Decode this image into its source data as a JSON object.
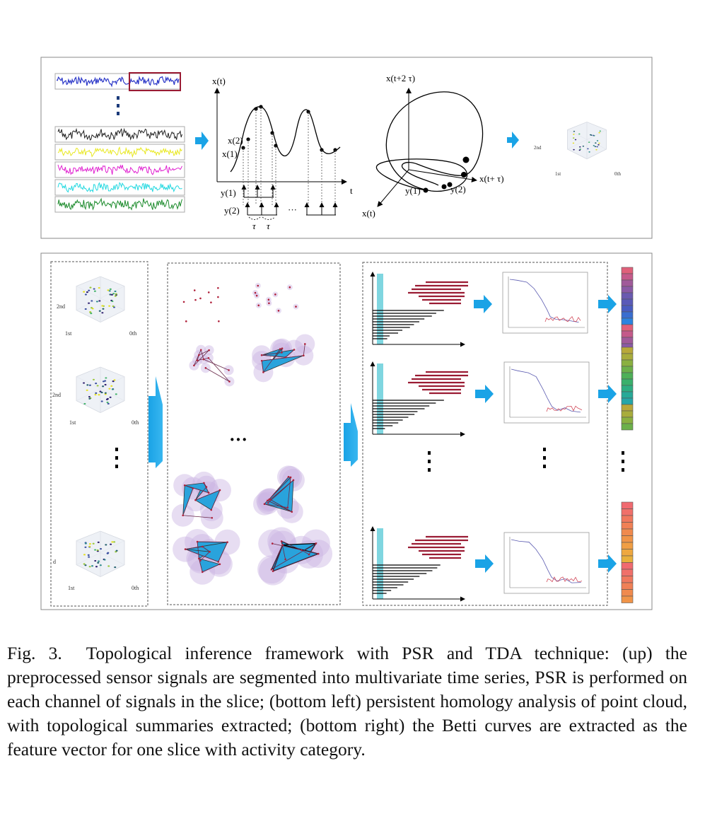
{
  "colors": {
    "signal_blue": "#2b37c8",
    "box_red": "#9a1b33",
    "arrow": "#1aa3e6",
    "bar_red": "#9a1b33",
    "cyan_band": "#7fd6e0",
    "simplex": "#29a3dc",
    "halo": "#c9b3e3"
  },
  "top_panel": {
    "wave_labels": {
      "ylabel": "x(t)",
      "xlabel": "t",
      "x1": "x(1)",
      "x2": "x(2)",
      "y1": "y(1)",
      "y2": "y(2)",
      "tau1": "τ",
      "tau2": "τ",
      "ellipsis": "···"
    },
    "attractor_labels": {
      "zlabel": "x(t+2 τ)",
      "ylabel": "x(t+ τ)",
      "xlabel": "x(t)",
      "y1": "y(1)",
      "y2": "y(2)"
    },
    "small_cloud": {
      "axis_2nd": "2nd",
      "axis_1st": "1st",
      "axis_0th": "0th"
    }
  },
  "bottom_panel": {
    "clouds": [
      {
        "axis_2nd": "2nd",
        "axis_1st": "1st",
        "axis_0th": "0th"
      },
      {
        "axis_2nd": "2nd",
        "axis_1st": "1st",
        "axis_0th": "0th"
      },
      {
        "axis_2nd": "d",
        "axis_1st": "1st",
        "axis_0th": "0th"
      }
    ],
    "ellipsis": "···"
  },
  "caption": {
    "label": "Fig. 3.",
    "text": "Topological inference framework with PSR and TDA technique: (up) the preprocessed sensor signals are segmented into multivariate time series, PSR is performed on each channel of signals in the slice; (bottom left) persistent homology analysis of point cloud, with topological summaries extracted; (bottom right) the Betti curves are extracted as the feature vector for one slice with activity category."
  },
  "feature_vectors": [
    [
      "#e0607a",
      "#c45a8a",
      "#a05a9a",
      "#8a5aa6",
      "#6a5ab0",
      "#5a5ab8",
      "#4a5cc0",
      "#3a6ed0",
      "#2c84e0"
    ],
    [
      "#b8a83a",
      "#a8ac3c",
      "#8ab040",
      "#6cb04a",
      "#4eb058",
      "#3ab06c",
      "#2eae82",
      "#28aa98",
      "#26a6a8"
    ],
    [
      "#f06a70",
      "#f0706a",
      "#f0785e",
      "#f08056",
      "#f08a4e",
      "#f09448",
      "#f09e44",
      "#eea840",
      "#e8b03c"
    ]
  ]
}
